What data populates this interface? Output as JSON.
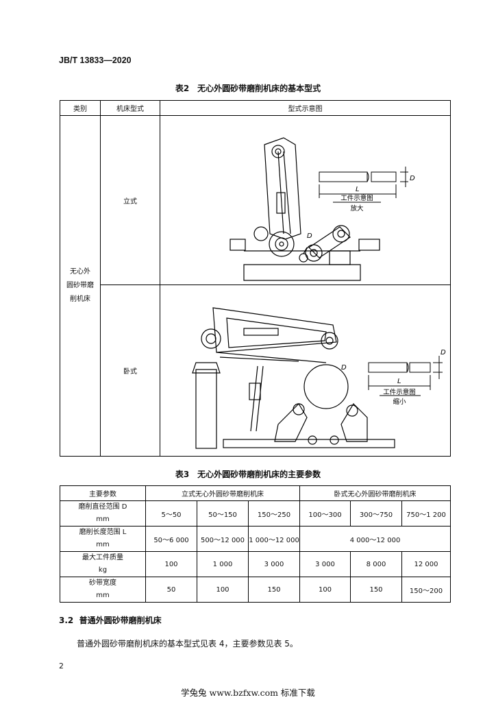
{
  "header": {
    "std_no": "JB/T 13833—2020"
  },
  "table2": {
    "caption": "表2　无心外圆砂带磨削机床的基本型式",
    "col_category": "类别",
    "col_type": "机床型式",
    "col_diagram": "型式示意图",
    "category_lines": [
      "无心外",
      "圆砂带磨",
      "削机床"
    ],
    "row1_type": "立式",
    "row2_type": "卧式",
    "dim_L": "L",
    "dim_D": "D",
    "workpiece_label": "工件示意图",
    "enlarge": "放大",
    "shrink": "缩小"
  },
  "table3": {
    "caption": "表3　无心外圆砂带磨削机床的主要参数",
    "col_param": "主要参数",
    "col_vertical": "立式无心外圆砂带磨削机床",
    "col_horizontal": "卧式无心外圆砂带磨削机床",
    "rows": [
      {
        "name": "磨削直径范围 D",
        "unit": "mm",
        "cells": [
          "5～50",
          "50～150",
          "150～250",
          "100～300",
          "300～750",
          "750～1 200"
        ]
      },
      {
        "name": "磨削长度范围 L",
        "unit": "mm",
        "cells": [
          "50～6 000",
          "500～12 000",
          "1 000～12 000",
          "4 000～12 000"
        ]
      },
      {
        "name": "最大工件质量",
        "unit": "kg",
        "cells": [
          "100",
          "1 000",
          "3 000",
          "3 000",
          "8 000",
          "12 000"
        ]
      },
      {
        "name": "砂带宽度",
        "unit": "mm",
        "cells": [
          "50",
          "100",
          "150",
          "100",
          "150",
          "150～200"
        ]
      }
    ]
  },
  "section": {
    "number": "3.2",
    "title": "普通外圆砂带磨削机床",
    "body": "普通外圆砂带磨削机床的基本型式见表 4，主要参数见表 5。"
  },
  "page_number": "2",
  "footer": "学兔兔 www.bzfxw.com 标准下载"
}
